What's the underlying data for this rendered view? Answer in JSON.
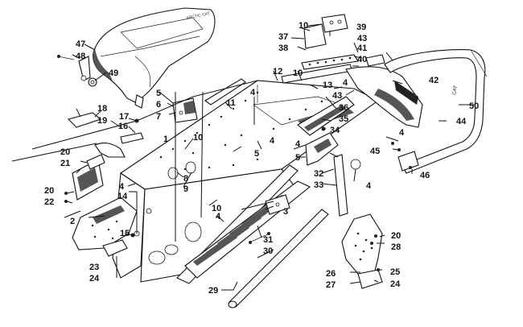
{
  "diagram": {
    "callouts": [
      "1",
      "2",
      "3",
      "4",
      "4",
      "4",
      "4",
      "4",
      "4",
      "4",
      "4",
      "5",
      "5",
      "5",
      "6",
      "7",
      "8",
      "9",
      "10",
      "10",
      "10",
      "10",
      "11",
      "12",
      "13",
      "14",
      "15",
      "16",
      "17",
      "18",
      "19",
      "20",
      "20",
      "20",
      "21",
      "22",
      "23",
      "24",
      "24",
      "25",
      "26",
      "27",
      "28",
      "29",
      "30",
      "31",
      "32",
      "33",
      "34",
      "35",
      "36",
      "37",
      "38",
      "39",
      "40",
      "41",
      "42",
      "43",
      "43",
      "44",
      "45",
      "46",
      "47",
      "48",
      "49",
      "50"
    ],
    "logo_texts": {
      "seat": "ARCTIC CAT",
      "bumper": "CAT"
    }
  }
}
